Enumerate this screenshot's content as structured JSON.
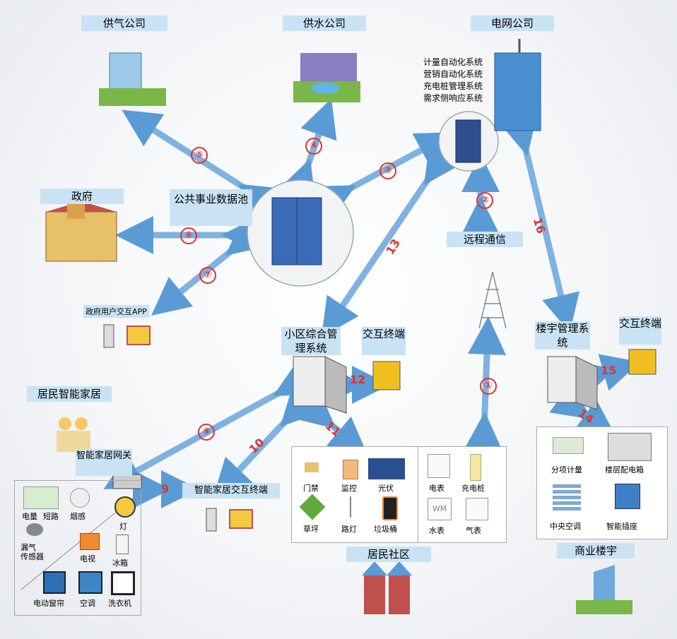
{
  "nodes": {
    "gas_company": "供气公司",
    "water_company": "供水公司",
    "power_company": "电网公司",
    "government": "政府",
    "data_pool": "公共事业数据池",
    "gov_app": "政府用户交互APP",
    "remote_comm": "远程通信",
    "community_mgmt": "小区综合管理系统",
    "community_terminal": "交互终端",
    "building_mgmt": "楼宇管理系统",
    "building_terminal": "交互终端",
    "smart_home": "居民智能家居",
    "home_gateway": "智能家居网关",
    "home_terminal": "智能家居交互终端",
    "community": "居民社区",
    "commercial_building": "商业楼宇"
  },
  "power_systems": [
    "计量自动化系统",
    "营销自动化系统",
    "充电桩管理系统",
    "需求侧响应系统"
  ],
  "links": {
    "l1": "①",
    "l2": "②",
    "l3": "③",
    "l4": "④",
    "l5": "⑤",
    "l6": "⑥",
    "l7": "⑦",
    "l8": "⑧",
    "l9": "9",
    "l10": "10",
    "l11": "11",
    "l12": "12",
    "l13": "13",
    "l14": "14",
    "l15": "15",
    "l16": "16"
  },
  "home_devices": {
    "meter": "电量",
    "short": "短路",
    "smoke": "烟感",
    "lamp": "灯",
    "gas_leak": "漏气\n传感器",
    "tv": "电视",
    "fridge": "冰箱",
    "curtain": "电动窗帘",
    "ac": "空调",
    "washer": "洗衣机"
  },
  "community_items": [
    "门禁",
    "监控",
    "光伏",
    "草坪",
    "路灯",
    "垃圾桶"
  ],
  "meter_items": [
    "电表",
    "充电桩",
    "水表",
    "气表"
  ],
  "water_meter_badge": "WM",
  "building_items": [
    "分项计量",
    "楼层配电箱",
    "中央空调",
    "智能插座"
  ],
  "colors": {
    "arrow": "#6fa8dc",
    "label_bg": "#c9e3f5",
    "number": "#e03030"
  }
}
